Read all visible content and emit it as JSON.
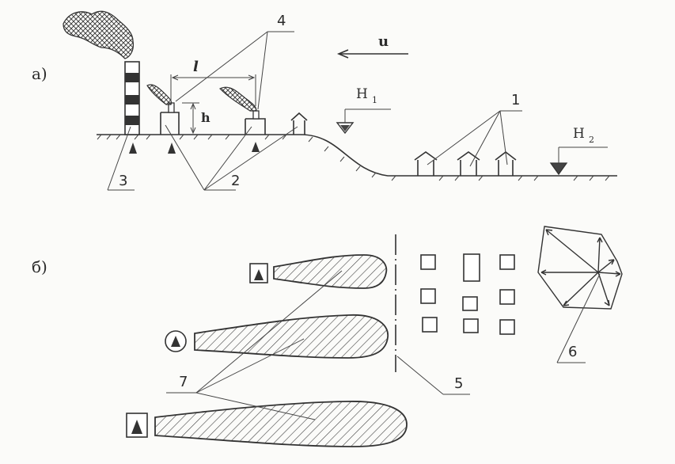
{
  "panels": {
    "a": {
      "label": "а)"
    },
    "b": {
      "label": "б)"
    }
  },
  "labels": {
    "wind": "u",
    "distance": "l",
    "height": "h",
    "level1": "H",
    "level1_sub": "1",
    "level2": "H",
    "level2_sub": "2"
  },
  "callouts": [
    "1",
    "2",
    "3",
    "4",
    "5",
    "6",
    "7"
  ]
}
